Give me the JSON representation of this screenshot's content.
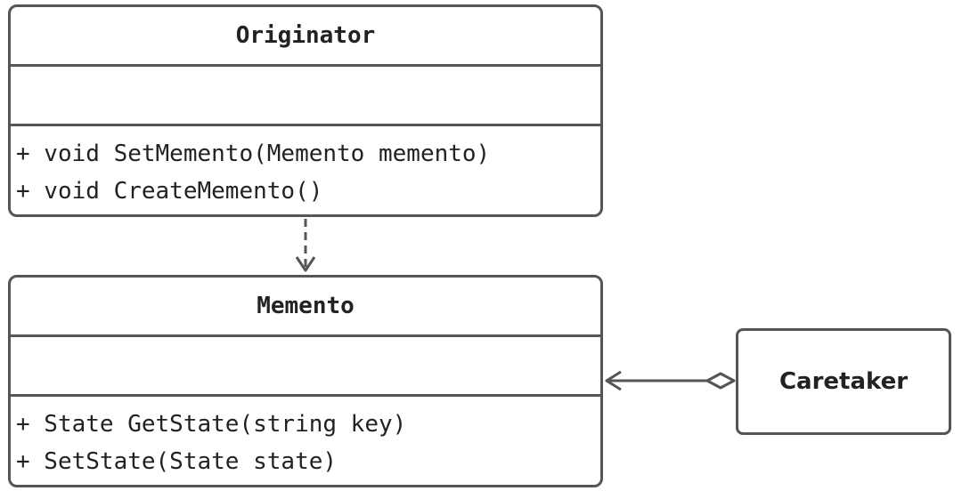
{
  "originator": {
    "name": "Originator",
    "operations": [
      "+ void SetMemento(Memento memento)",
      "+ void CreateMemento()"
    ]
  },
  "memento": {
    "name": "Memento",
    "operations": [
      "+ State GetState(string key)",
      "+ SetState(State state)"
    ]
  },
  "caretaker": {
    "name": "Caretaker"
  },
  "relations": [
    {
      "from": "Originator",
      "to": "Memento",
      "kind": "dependency",
      "style": "dashed-arrow"
    },
    {
      "from": "Caretaker",
      "to": "Memento",
      "kind": "aggregation",
      "style": "open-diamond-arrow"
    }
  ],
  "colors": {
    "stroke": "#555555",
    "text": "#222222",
    "background": "#ffffff"
  }
}
